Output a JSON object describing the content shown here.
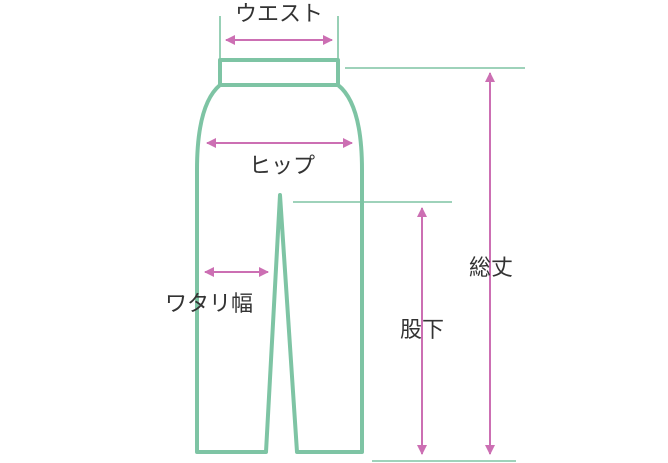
{
  "colors": {
    "outline": "#7ec4a4",
    "arrow": "#cc6fb3",
    "text": "#333333",
    "background": "#ffffff"
  },
  "labels": {
    "waist": "ウエスト",
    "hip": "ヒップ",
    "thigh": "ワタリ幅",
    "inseam": "股下",
    "total_length": "総丈"
  }
}
